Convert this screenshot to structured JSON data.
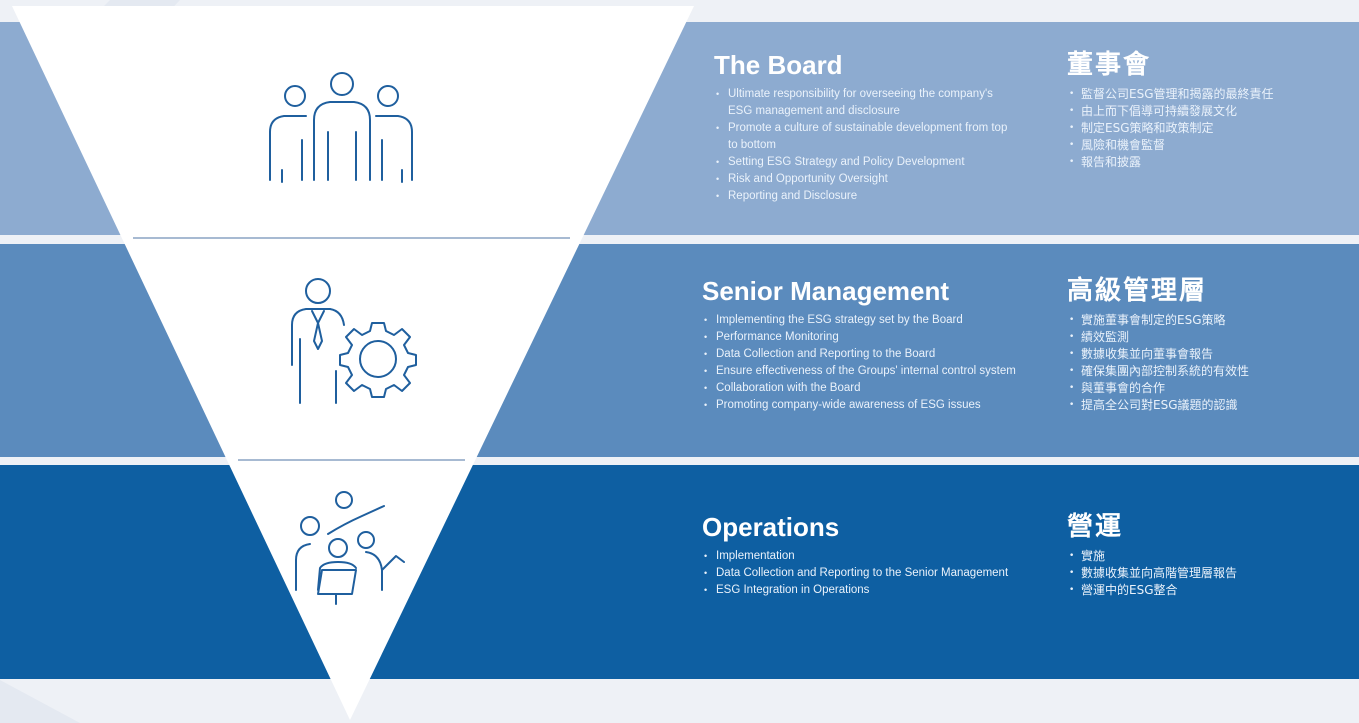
{
  "tiers": {
    "board": {
      "en_title": "The Board",
      "zh_title": "董事會",
      "en_items": [
        "Ultimate responsibility for overseeing the company's ESG management and disclosure",
        "Promote a culture of sustainable development from top to bottom",
        "Setting ESG Strategy and Policy Development",
        "Risk and Opportunity Oversight",
        "Reporting and Disclosure"
      ],
      "zh_items": [
        "監督公司ESG管理和揭露的最終責任",
        "由上而下倡導可持續發展文化",
        "制定ESG策略和政策制定",
        "風險和機會監督",
        "報告和披露"
      ],
      "icon": "team-of-three-people-icon"
    },
    "senior": {
      "en_title": "Senior Management",
      "zh_title": "高級管理層",
      "en_items": [
        "Implementing the ESG strategy set by the Board",
        "Performance Monitoring",
        "Data Collection and Reporting to the Board",
        "Ensure effectiveness of the Groups' internal control system",
        "Collaboration with the Board",
        "Promoting company-wide awareness of ESG issues"
      ],
      "zh_items": [
        "實施董事會制定的ESG策略",
        "績效監測",
        "數據收集並向董事會報告",
        "確保集團內部控制系統的有效性",
        "與董事會的合作",
        "提高全公司對ESG議題的認識"
      ],
      "icon": "manager-with-gear-icon"
    },
    "ops": {
      "en_title": "Operations",
      "zh_title": "營運",
      "en_items": [
        "Implementation",
        "Data Collection and Reporting to the Senior Management",
        "ESG Integration in Operations"
      ],
      "zh_items": [
        "實施",
        "數據收集並向高階管理層報告",
        "營運中的ESG整合"
      ],
      "icon": "team-presenting-icon"
    }
  },
  "colors": {
    "board_band": "#8dabd0",
    "senior_band": "#5b8bbd",
    "ops_band": "#0e5fa2",
    "triangle_fill": "#ffffff",
    "icon_stroke": "#1f5f9e",
    "divider": "#8aa3c4"
  }
}
